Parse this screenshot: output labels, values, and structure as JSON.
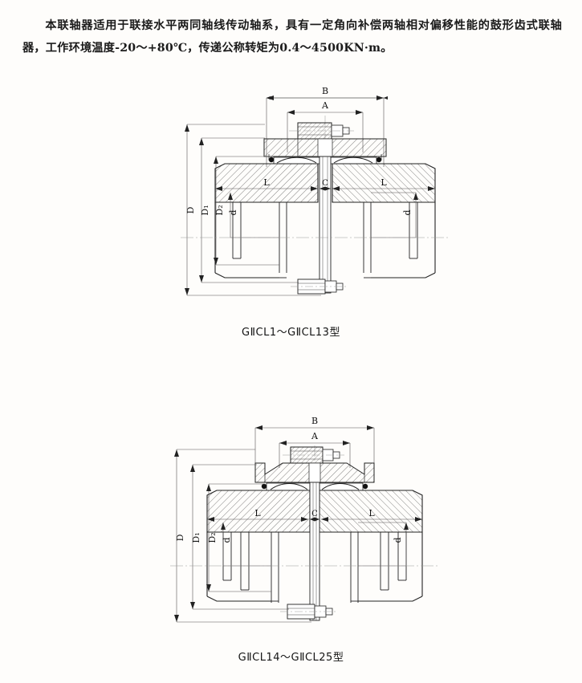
{
  "document": {
    "intro_paragraph": "本联轴器适用于联接水平两同轴线传动轴系，具有一定角向补偿两轴相对偏移性能的鼓形齿式联轴器，工作环境温度-20～+80℃，传递公称转矩为0.4～4500KN·m。",
    "background_color": "#fefdfb",
    "line_color": "#1a1a1a"
  },
  "figures": [
    {
      "id": "figure-1",
      "caption": "GⅡCL1～GⅡCL13型",
      "model_range_start": "GⅡCL1",
      "model_range_end": "GⅡCL13",
      "type": "drum-gear-coupling-cross-section",
      "dimension_labels": {
        "overall_width": "B",
        "inner_width": "A",
        "hub_length_left": "L",
        "gap": "C",
        "hub_length_right": "L",
        "outer_diameter": "D",
        "diameter_1": "D₁",
        "diameter_2": "D₂",
        "bore_left": "d",
        "bore_right": "d"
      }
    },
    {
      "id": "figure-2",
      "caption": "GⅡCL14～GⅡCL25型",
      "model_range_start": "GⅡCL14",
      "model_range_end": "GⅡCL25",
      "type": "drum-gear-coupling-cross-section",
      "dimension_labels": {
        "overall_width": "B",
        "inner_width": "A",
        "hub_length_left": "L",
        "gap": "C",
        "hub_length_right": "L",
        "outer_diameter": "D",
        "diameter_1": "D₁",
        "diameter_2": "D₂",
        "bore_left": "d",
        "bore_right": "d"
      }
    }
  ]
}
